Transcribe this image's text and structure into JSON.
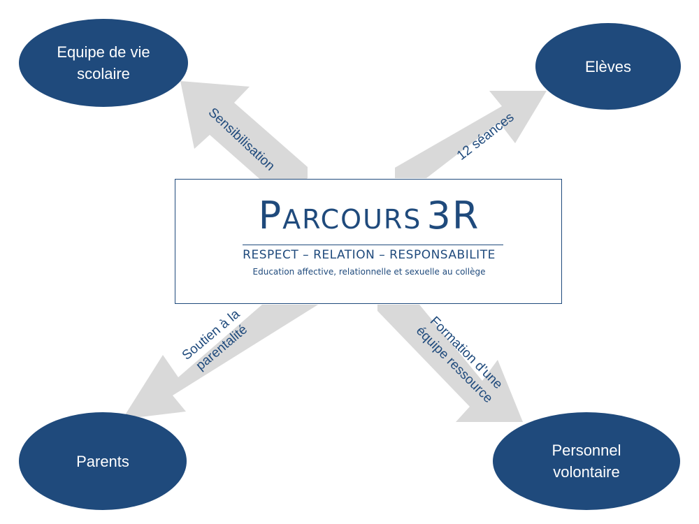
{
  "center": {
    "title_initial": "P",
    "title_rest": "ARCOURS",
    "title_number": "3R",
    "subtitle": "RESPECT – RELATION – RESPONSABILITE",
    "description": "Education affective, relationnelle et sexuelle au collège"
  },
  "nodes": {
    "top_left": "Equipe de vie scolaire",
    "top_right": "Elèves",
    "bottom_left": "Parents",
    "bottom_right": "Personnel volontaire"
  },
  "arrows": {
    "top_left": "Sensibilisation",
    "top_right": "12 séances",
    "bottom_left_line1": "Soutien à la",
    "bottom_left_line2": "parentalité",
    "bottom_right_line1": "Formation d’une",
    "bottom_right_line2": "équipe ressource"
  },
  "colors": {
    "node_fill": "#1f4a7c",
    "arrow_fill": "#d9d9d9",
    "text": "#1f4a7c"
  }
}
